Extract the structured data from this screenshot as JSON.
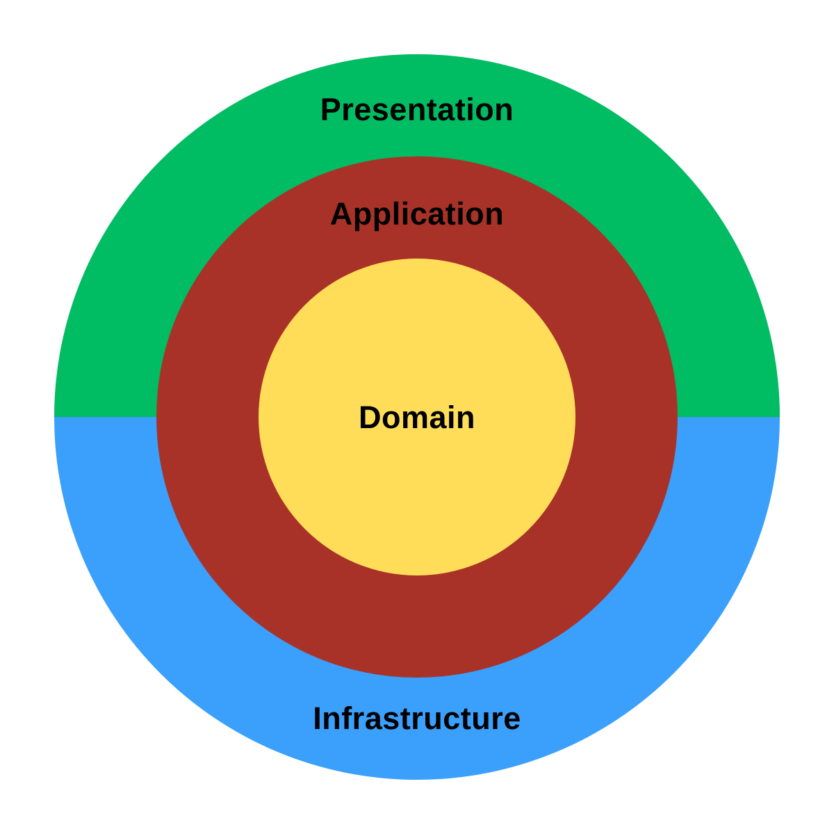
{
  "diagram": {
    "type": "onion-architecture-layers",
    "background_color": "#ffffff",
    "label_color": "#000000",
    "layers": {
      "outer_top": {
        "label": "Presentation",
        "color": "#00BC62",
        "position": "outer ring, top half"
      },
      "outer_bottom": {
        "label": "Infrastructure",
        "color": "#3AA0FC",
        "position": "outer ring, bottom half"
      },
      "middle": {
        "label": "Application",
        "color": "#A93228",
        "position": "middle ring"
      },
      "inner": {
        "label": "Domain",
        "color": "#FFDD58",
        "position": "center circle"
      }
    }
  }
}
